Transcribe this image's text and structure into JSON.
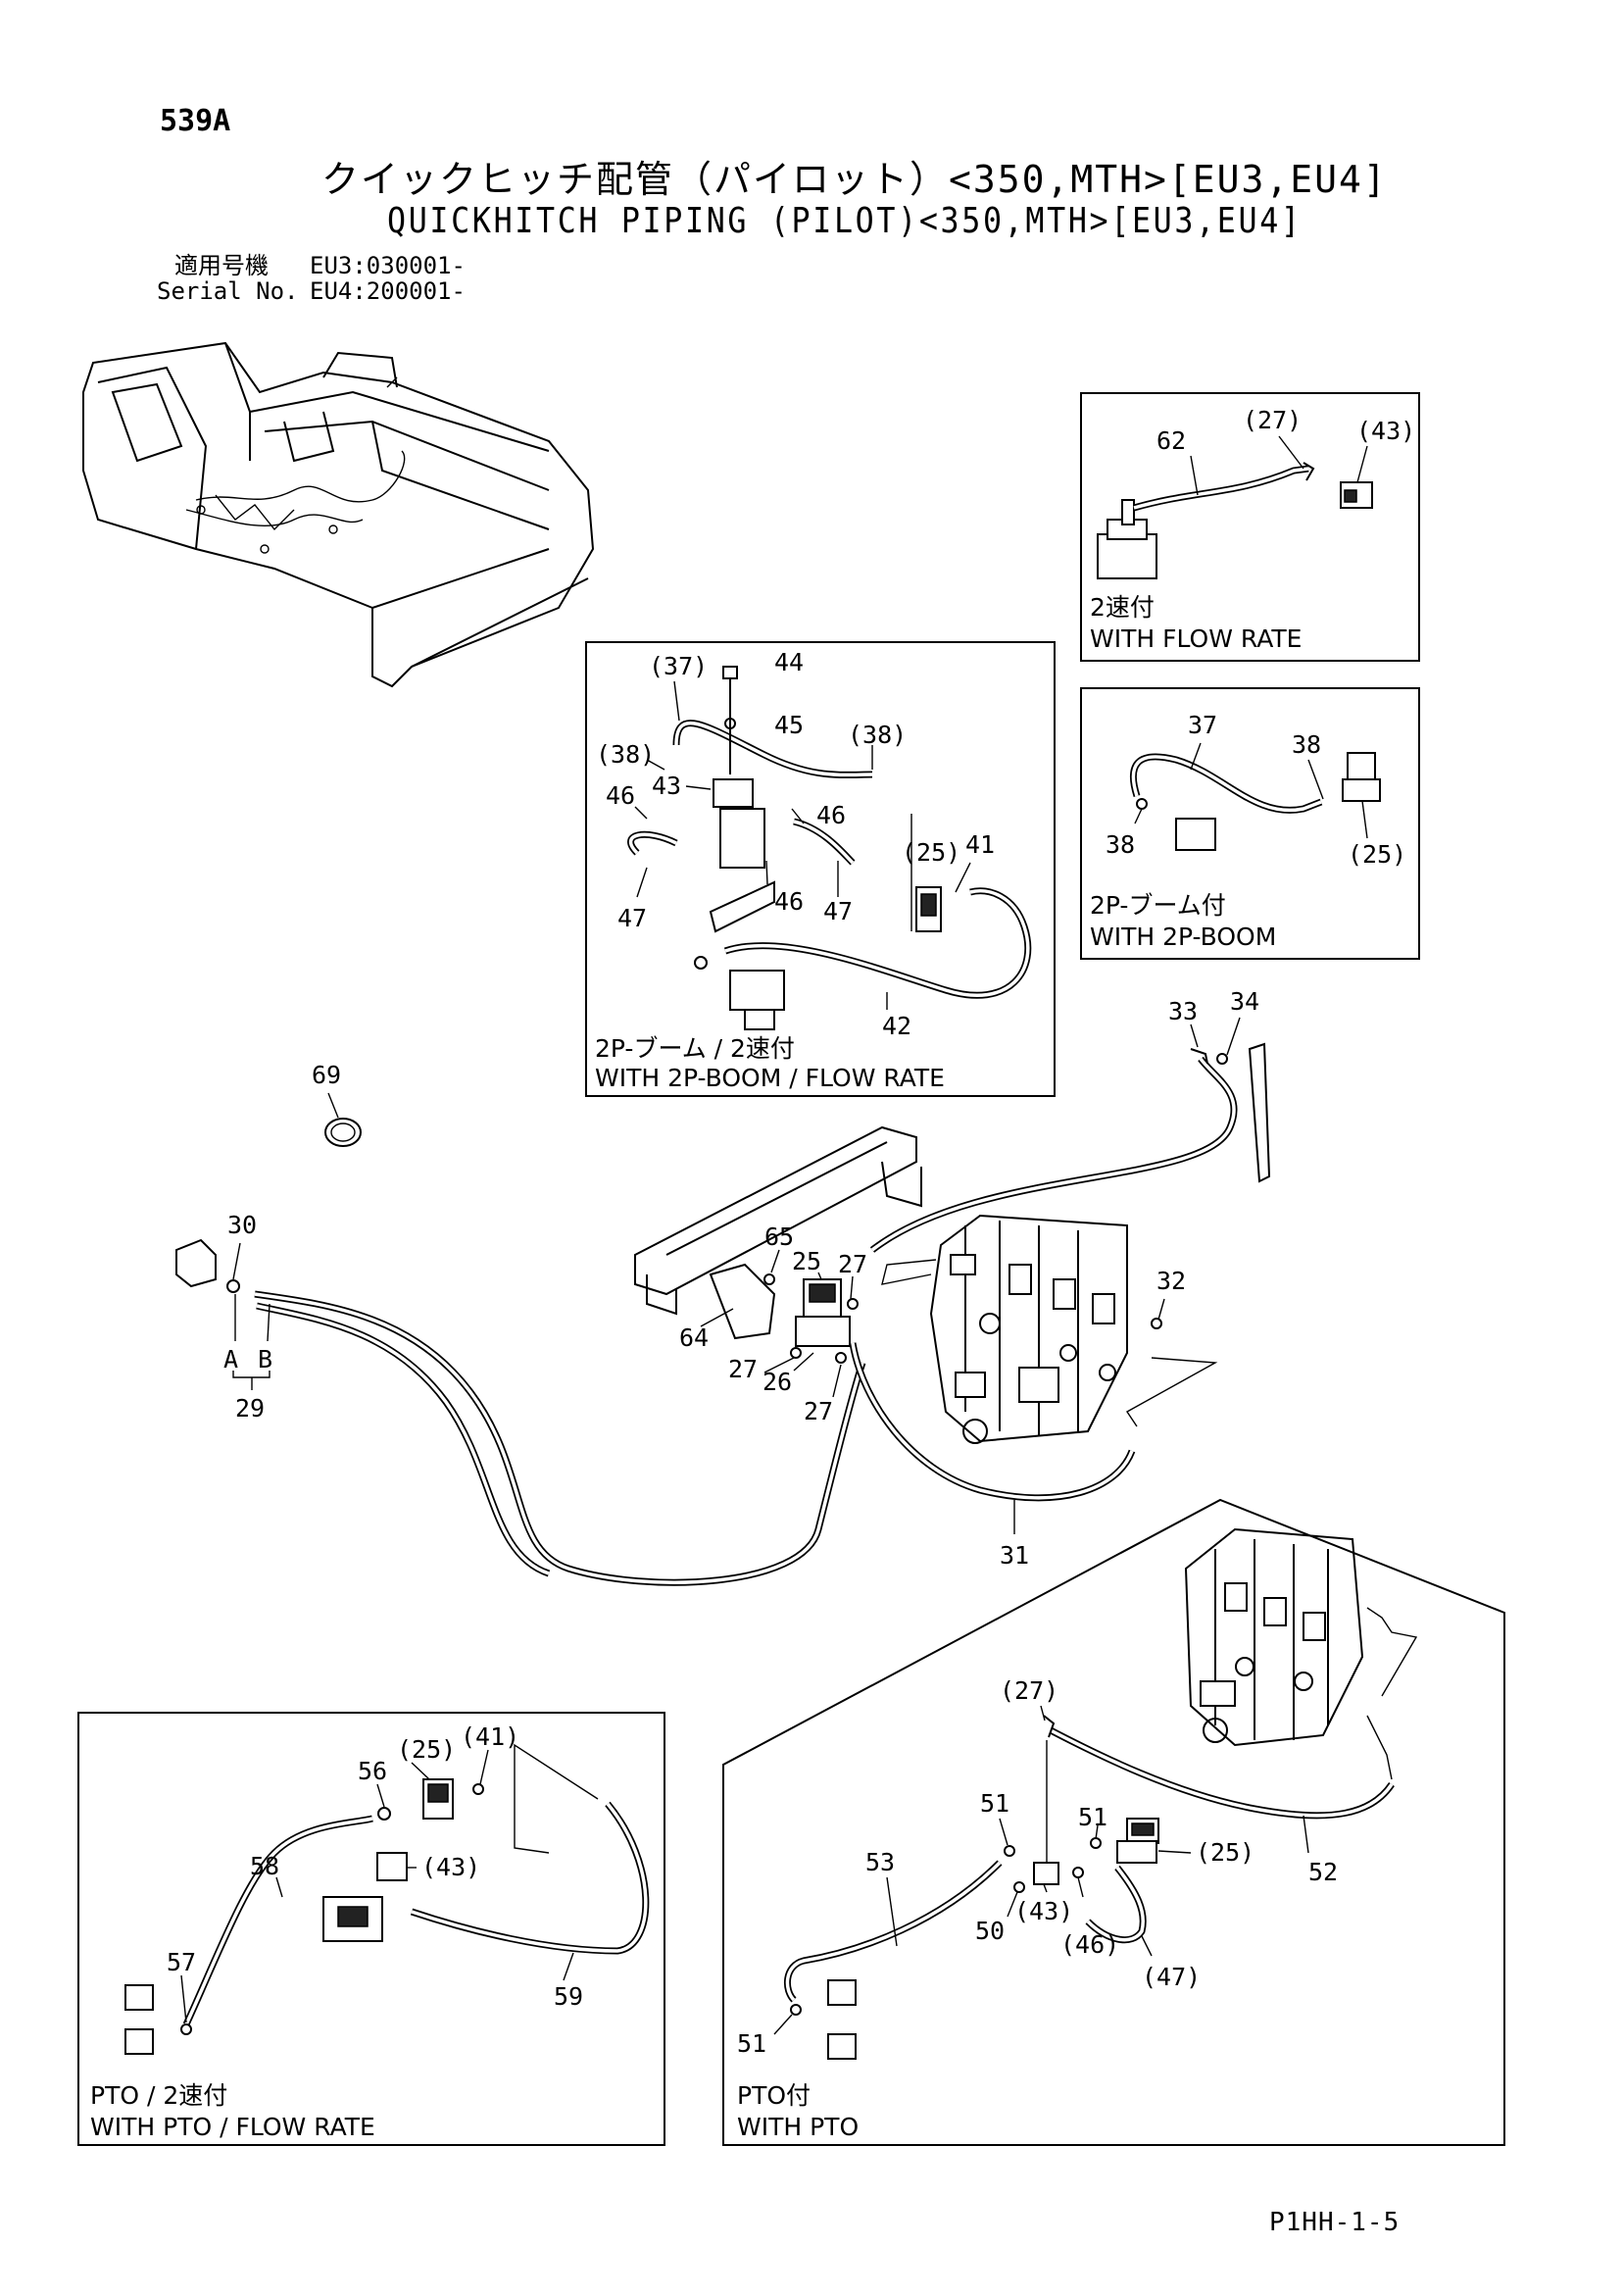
{
  "page_number": "539A",
  "title_jp": "クイックヒッチ配管（パイロット）<350,MTH>[EU3,EU4]",
  "title_en": "QUICKHITCH PIPING (PILOT)<350,MTH>[EU3,EU4]",
  "serial": {
    "jp_label": "適用号機",
    "en_label": "Serial No.",
    "eu3": "EU3:030001-",
    "eu4": "EU4:200001-"
  },
  "insets": {
    "flow_rate": {
      "caption_jp": "2速付",
      "caption_en": "WITH FLOW RATE",
      "callouts": [
        "62",
        "(27)",
        "(43)"
      ]
    },
    "boom_2p": {
      "caption_jp": "2P-ブーム付",
      "caption_en": "WITH 2P-BOOM",
      "callouts": [
        "37",
        "38",
        "38",
        "(25)"
      ]
    },
    "boom_flow": {
      "caption_jp": "2P-ブーム / 2速付",
      "caption_en": "WITH 2P-BOOM / FLOW RATE",
      "callouts": [
        "(37)",
        "44",
        "45",
        "(38)",
        "(38)",
        "43",
        "46",
        "46",
        "46",
        "47",
        "47",
        "(25)",
        "41",
        "42"
      ]
    },
    "pto_flow": {
      "caption_jp": "PTO / 2速付",
      "caption_en": "WITH PTO / FLOW RATE",
      "callouts": [
        "(25)",
        "(41)",
        "56",
        "(43)",
        "58",
        "57",
        "59"
      ]
    },
    "pto": {
      "caption_jp": "PTO付",
      "caption_en": "WITH PTO",
      "callouts": [
        "(27)",
        "51",
        "51",
        "(25)",
        "53",
        "52",
        "50",
        "(43)",
        "(46)",
        "(47)",
        "51"
      ]
    }
  },
  "main_callouts": [
    "69",
    "30",
    "A",
    "B",
    "29",
    "65",
    "25",
    "27",
    "64",
    "27",
    "26",
    "27",
    "32",
    "31",
    "33",
    "34"
  ],
  "footer_code": "P1HH-1-5"
}
